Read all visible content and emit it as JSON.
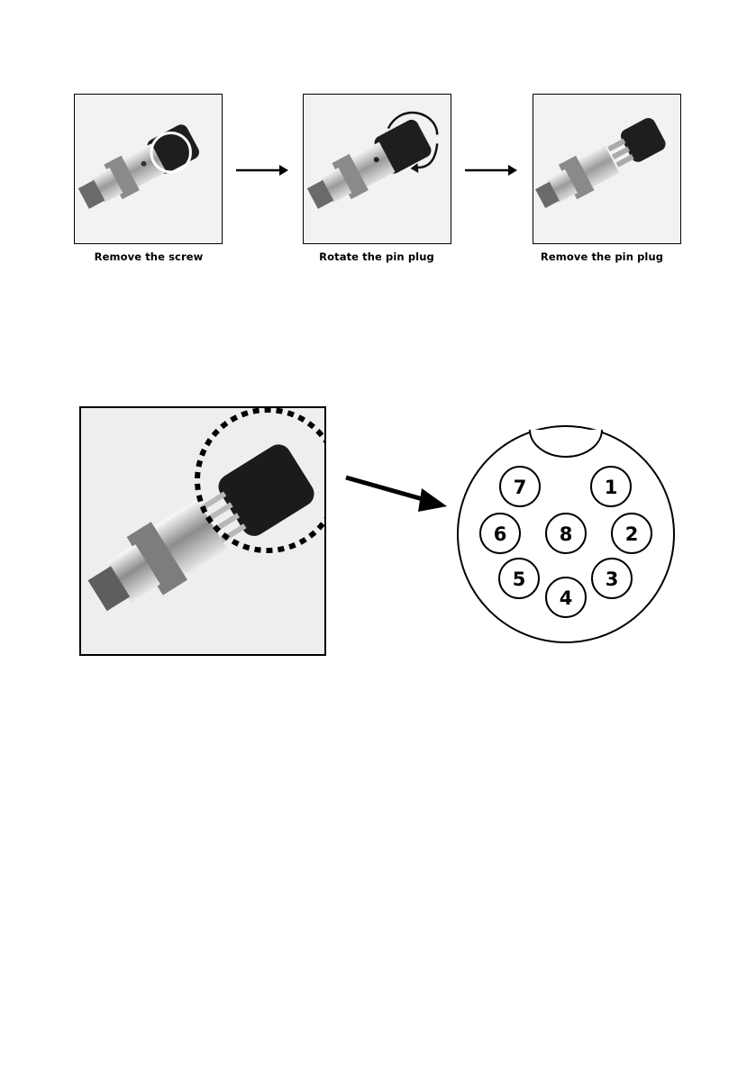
{
  "steps": [
    {
      "caption": "Remove the screw"
    },
    {
      "caption": "Rotate the pin plug"
    },
    {
      "caption": "Remove the pin plug"
    }
  ],
  "pins": [
    {
      "label": "1"
    },
    {
      "label": "2"
    },
    {
      "label": "3"
    },
    {
      "label": "4"
    },
    {
      "label": "5"
    },
    {
      "label": "6"
    },
    {
      "label": "7"
    },
    {
      "label": "8"
    }
  ]
}
